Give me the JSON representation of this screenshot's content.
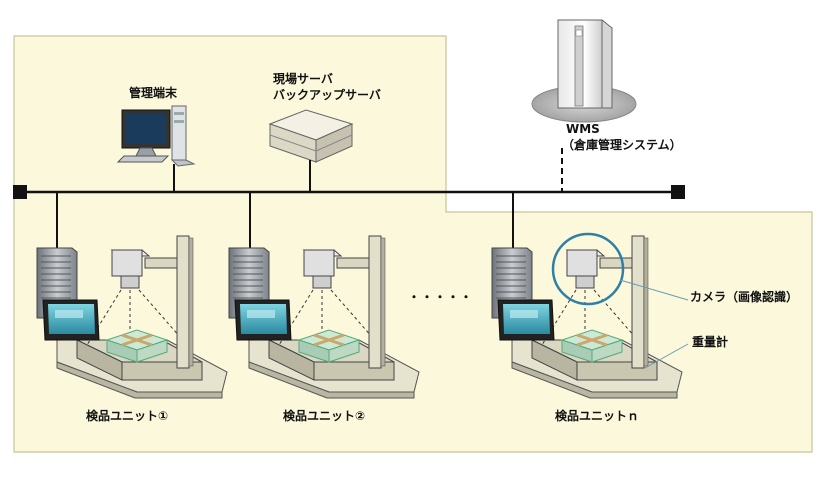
{
  "labels": {
    "admin_terminal": "管理端末",
    "server_line1": "現場サーバ",
    "server_line2": "バックアップサーバ",
    "wms_line1": "WMS",
    "wms_line2": "（倉庫管理システム）",
    "camera": "カメラ（画像認識）",
    "scale": "重量計",
    "ellipsis": "・・・・・",
    "units": [
      "検品ユニット①",
      "検品ユニット②",
      "検品ユニットｎ"
    ]
  },
  "colors": {
    "zone_fill": "#fbf8dc",
    "zone_border": "#c9c49a",
    "network_line": "#111111",
    "highlight_ring": "#2f7fa6"
  }
}
